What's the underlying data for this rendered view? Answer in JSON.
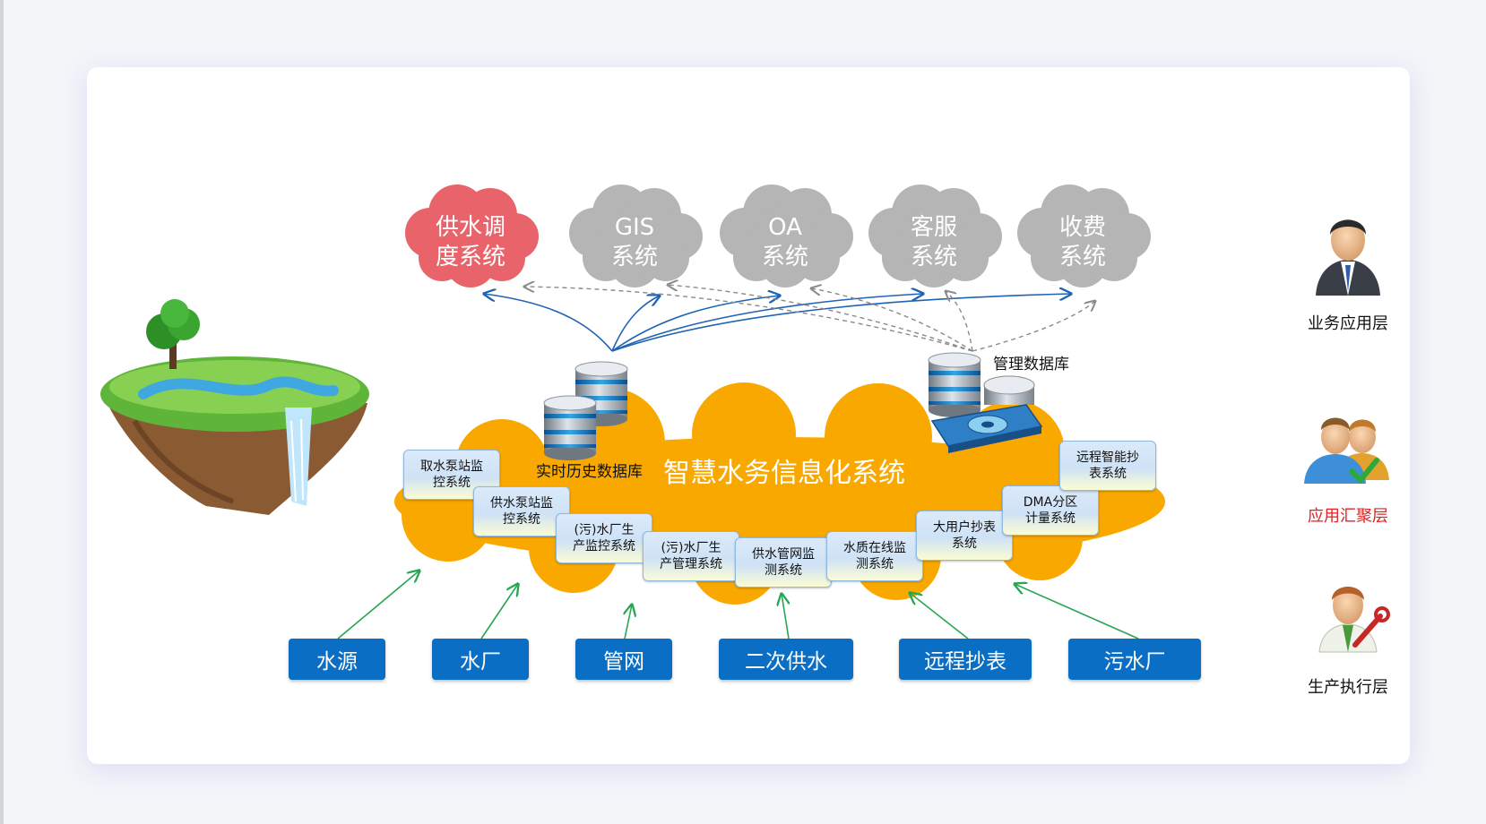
{
  "colors": {
    "highlight_cloud": "#e8646a",
    "grey_cloud": "#b5b5b5",
    "hub": "#f9a800",
    "button": "#0a6fc4",
    "solid_arrow": "#1e63b5",
    "dashed_arrow": "#8a8a8a",
    "input_arrow": "#28a553",
    "highlight_text": "#e02222"
  },
  "business_systems": [
    {
      "label": "供水调\n度系统",
      "highlight": true
    },
    {
      "label": "GIS\n系统",
      "highlight": false
    },
    {
      "label": "OA\n系统",
      "highlight": false
    },
    {
      "label": "客服\n系统",
      "highlight": false
    },
    {
      "label": "收费\n系统",
      "highlight": false
    }
  ],
  "databases": {
    "realtime": "实时历史数据库",
    "management": "管理数据库"
  },
  "hub": {
    "title": "智慧水务信息化系统"
  },
  "subsystems": [
    "取水泵站监\n控系统",
    "供水泵站监\n控系统",
    "(污)水厂生\n产监控系统",
    "(污)水厂生\n产管理系统",
    "供水管网监\n测系统",
    "水质在线监\n测系统",
    "大用户抄表\n系统",
    "DMA分区\n计量系统",
    "远程智能抄\n表系统"
  ],
  "sources": [
    "水源",
    "水厂",
    "管网",
    "二次供水",
    "远程抄表",
    "污水厂"
  ],
  "layers": [
    {
      "label": "业务应用层",
      "icon": "business-person-icon",
      "highlight": false
    },
    {
      "label": "应用汇聚层",
      "icon": "user-group-check-icon",
      "highlight": true
    },
    {
      "label": "生产执行层",
      "icon": "worker-wrench-icon",
      "highlight": false
    }
  ],
  "icons": {
    "island": "floating-island-waterfall-icon",
    "realtime_db": "database-stack-icon",
    "management_db": "server-database-icon"
  }
}
